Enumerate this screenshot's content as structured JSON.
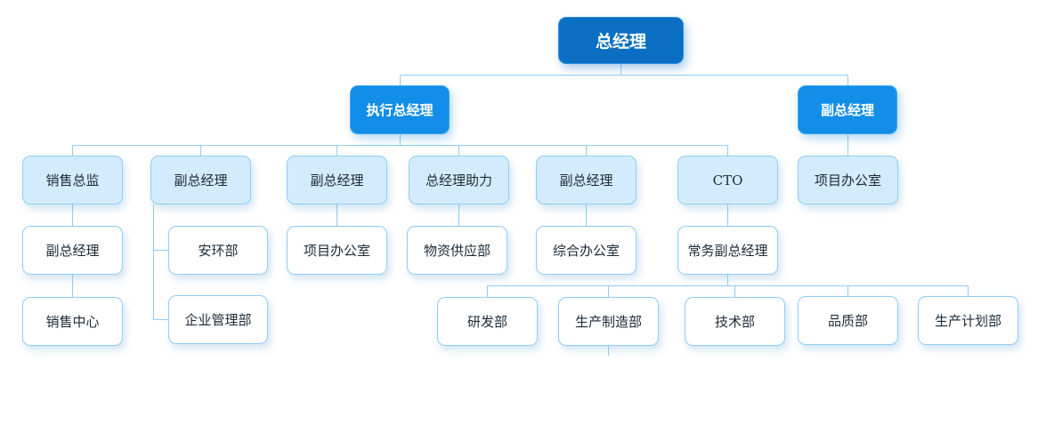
{
  "colors": {
    "level0_fill": "#0a6fc2",
    "level1_fill": "#138ee8",
    "level2_fill": "#d3ecfd",
    "level3_fill": "#ffffff",
    "connector": "#8fcdf4"
  },
  "nodes": {
    "ceo": "总经理",
    "exec_gm": "执行总经理",
    "deputy_gm_right": "副总经理",
    "sales_director": "销售总监",
    "deputy_gm_a": "副总经理",
    "deputy_gm_b": "副总经理",
    "gm_assistant": "总经理助力",
    "deputy_gm_c": "副总经理",
    "cto": "CTO",
    "project_office_right": "项目办公室",
    "sales_deputy_gm": "副总经理",
    "sales_center": "销售中心",
    "env_safety_dept": "安环部",
    "enterprise_mgmt_dept": "企业管理部",
    "project_office_mid": "项目办公室",
    "materials_supply_dept": "物资供应部",
    "general_office": "综合办公室",
    "executive_deputy_gm": "常务副总经理",
    "rnd_dept": "研发部",
    "manufacturing_dept": "生产制造部",
    "tech_dept": "技术部",
    "quality_dept": "品质部",
    "production_planning_dept": "生产计划部"
  }
}
